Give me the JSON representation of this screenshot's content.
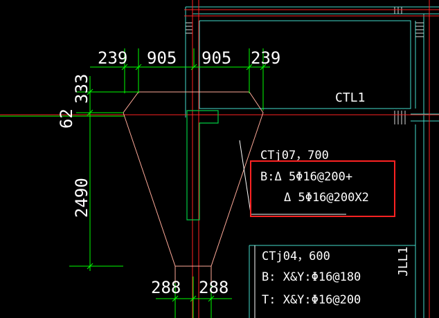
{
  "colors": {
    "background": "#000000",
    "dimension": "#00ff00",
    "axis": "#ff0000",
    "outline": "#ff9999",
    "wall": "#00cc44",
    "wall_dark": "#cccccc",
    "slab": "#00ffcc",
    "highlight": "#ff0000",
    "text": "#ffffff"
  },
  "dimensions": {
    "top": [
      "239",
      "905",
      "905",
      "239"
    ],
    "left": [
      "333",
      "62",
      "2490"
    ],
    "bottom": [
      "288",
      "288"
    ]
  },
  "labels": {
    "ctl1": "CTL1",
    "jll1": "JLL1"
  },
  "ctj07": {
    "title": "CTj07，700",
    "line1": "B:Δ 5Φ16@200+",
    "line2": "Δ 5Φ16@200X2"
  },
  "ctj04": {
    "title": "CTj04，600",
    "line1": "B: X&Y:Φ16@180",
    "line2": "T: X&Y:Φ16@200"
  }
}
